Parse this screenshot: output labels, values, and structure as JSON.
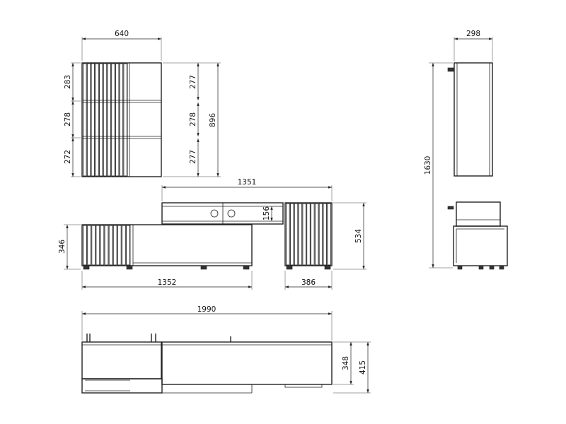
{
  "dimensions": {
    "shelf_width": "640",
    "shelf_row1": "283",
    "shelf_row2": "278",
    "shelf_row3": "272",
    "shelf_cell1": "277",
    "shelf_cell2": "278",
    "shelf_cell3": "277",
    "shelf_height": "896",
    "depth": "298",
    "total_height": "1630",
    "tv_width": "1351",
    "niche_height": "156",
    "tall_height": "534",
    "low_height": "346",
    "low_width": "1352",
    "tall_width": "386",
    "total_width": "1990",
    "top_height_a": "348",
    "top_height_b": "415"
  }
}
